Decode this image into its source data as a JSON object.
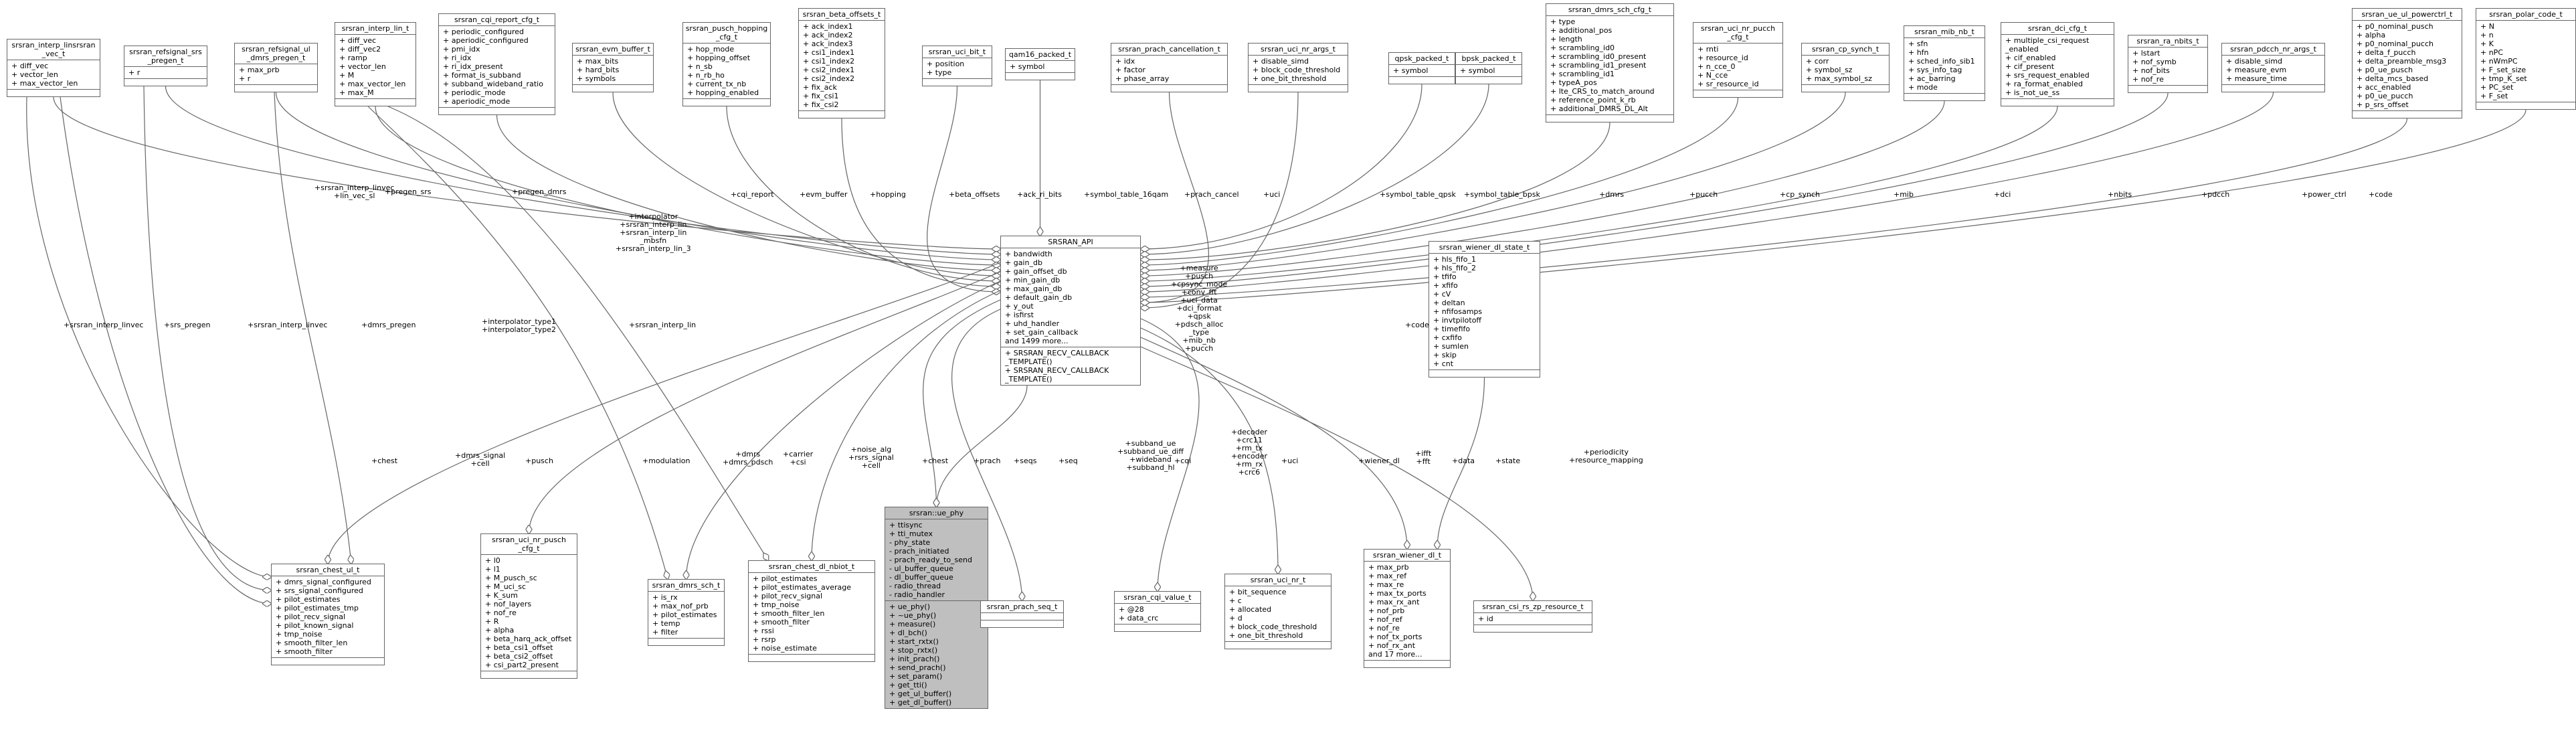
{
  "diagram": {
    "nodes": [
      {
        "id": "srsran_interp_linsrsran_vec_t",
        "title": "srsran_interp_linsrsran\n_vec_t",
        "attrs": [
          "+ diff_vec",
          "+ vector_len",
          "+ max_vector_len"
        ],
        "methods": []
      },
      {
        "id": "srsran_refsignal_srs_pregen_t",
        "title": "srsran_refsignal_srs\n_pregen_t",
        "attrs": [
          "+ r"
        ],
        "methods": []
      },
      {
        "id": "srsran_refsignal_ul_dmrs_pregen_t",
        "title": "srsran_refsignal_ul\n_dmrs_pregen_t",
        "attrs": [
          "+ max_prb",
          "+ r"
        ],
        "methods": []
      },
      {
        "id": "srsran_interp_lin_t",
        "title": "srsran_interp_lin_t",
        "attrs": [
          "+ diff_vec",
          "+ diff_vec2",
          "+ ramp",
          "+ vector_len",
          "+ M",
          "+ max_vector_len",
          "+ max_M"
        ],
        "methods": []
      },
      {
        "id": "srsran_cqi_report_cfg_t",
        "title": "srsran_cqi_report_cfg_t",
        "attrs": [
          "+ periodic_configured",
          "+ aperiodic_configured",
          "+ pmi_idx",
          "+ ri_idx",
          "+ ri_idx_present",
          "+ format_is_subband",
          "+ subband_wideband_ratio",
          "+ periodic_mode",
          "+ aperiodic_mode"
        ],
        "methods": []
      },
      {
        "id": "srsran_evm_buffer_t",
        "title": "srsran_evm_buffer_t",
        "attrs": [
          "+ max_bits",
          "+ hard_bits",
          "+ symbols"
        ],
        "methods": []
      },
      {
        "id": "srsran_pusch_hopping_cfg_t",
        "title": "srsran_pusch_hopping\n_cfg_t",
        "attrs": [
          "+ hop_mode",
          "+ hopping_offset",
          "+ n_sb",
          "+ n_rb_ho",
          "+ current_tx_nb",
          "+ hopping_enabled"
        ],
        "methods": []
      },
      {
        "id": "srsran_beta_offsets_t",
        "title": "srsran_beta_offsets_t",
        "attrs": [
          "+ ack_index1",
          "+ ack_index2",
          "+ ack_index3",
          "+ csi1_index1",
          "+ csi1_index2",
          "+ csi2_index1",
          "+ csi2_index2",
          "+ fix_ack",
          "+ fix_csi1",
          "+ fix_csi2"
        ],
        "methods": []
      },
      {
        "id": "srsran_uci_bit_t",
        "title": "srsran_uci_bit_t",
        "attrs": [
          "+ position",
          "+ type"
        ],
        "methods": []
      },
      {
        "id": "qam16_packed_t",
        "title": "qam16_packed_t",
        "attrs": [
          "+ symbol"
        ],
        "methods": []
      },
      {
        "id": "srsran_prach_cancellation_t",
        "title": "srsran_prach_cancellation_t",
        "attrs": [
          "+ idx",
          "+ factor",
          "+ phase_array"
        ],
        "methods": []
      },
      {
        "id": "srsran_uci_nr_args_t",
        "title": "srsran_uci_nr_args_t",
        "attrs": [
          "+ disable_simd",
          "+ block_code_threshold",
          "+ one_bit_threshold"
        ],
        "methods": []
      },
      {
        "id": "qpsk_packed_t",
        "title": "qpsk_packed_t",
        "attrs": [
          "+ symbol"
        ],
        "methods": []
      },
      {
        "id": "bpsk_packed_t",
        "title": "bpsk_packed_t",
        "attrs": [
          "+ symbol"
        ],
        "methods": []
      },
      {
        "id": "srsran_dmrs_sch_cfg_t",
        "title": "srsran_dmrs_sch_cfg_t",
        "attrs": [
          "+ type",
          "+ additional_pos",
          "+ length",
          "+ scrambling_id0",
          "+ scrambling_id0_present",
          "+ scrambling_id1_present",
          "+ scrambling_id1",
          "+ typeA_pos",
          "+ lte_CRS_to_match_around",
          "+ reference_point_k_rb",
          "+ additional_DMRS_DL_Alt"
        ],
        "methods": []
      },
      {
        "id": "srsran_uci_nr_pucch_cfg_t",
        "title": "srsran_uci_nr_pucch\n_cfg_t",
        "attrs": [
          "+ rnti",
          "+ resource_id",
          "+ n_cce_0",
          "+ N_cce",
          "+ sr_resource_id"
        ],
        "methods": []
      },
      {
        "id": "srsran_cp_synch_t",
        "title": "srsran_cp_synch_t",
        "attrs": [
          "+ corr",
          "+ symbol_sz",
          "+ max_symbol_sz"
        ],
        "methods": []
      },
      {
        "id": "srsran_mib_nb_t",
        "title": "srsran_mib_nb_t",
        "attrs": [
          "+ sfn",
          "+ hfn",
          "+ sched_info_sib1",
          "+ sys_info_tag",
          "+ ac_barring",
          "+ mode"
        ],
        "methods": []
      },
      {
        "id": "srsran_dci_cfg_t",
        "title": "srsran_dci_cfg_t",
        "attrs": [
          "+ multiple_csi_request\n_enabled",
          "+ cif_enabled",
          "+ cif_present",
          "+ srs_request_enabled",
          "+ ra_format_enabled",
          "+ is_not_ue_ss"
        ],
        "methods": []
      },
      {
        "id": "srsran_ra_nbits_t",
        "title": "srsran_ra_nbits_t",
        "attrs": [
          "+ lstart",
          "+ nof_symb",
          "+ nof_bits",
          "+ nof_re"
        ],
        "methods": []
      },
      {
        "id": "srsran_pdcch_nr_args_t",
        "title": "srsran_pdcch_nr_args_t",
        "attrs": [
          "+ disable_simd",
          "+ measure_evm",
          "+ measure_time"
        ],
        "methods": []
      },
      {
        "id": "srsran_ue_ul_powerctrl_t",
        "title": "srsran_ue_ul_powerctrl_t",
        "attrs": [
          "+ p0_nominal_pusch",
          "+ alpha",
          "+ p0_nominal_pucch",
          "+ delta_f_pucch",
          "+ delta_preamble_msg3",
          "+ p0_ue_pusch",
          "+ delta_mcs_based",
          "+ acc_enabled",
          "+ p0_ue_pucch",
          "+ p_srs_offset"
        ],
        "methods": []
      },
      {
        "id": "srsran_polar_code_t",
        "title": "srsran_polar_code_t",
        "attrs": [
          "+ N",
          "+ n",
          "+ K",
          "+ nPC",
          "+ nWmPC",
          "+ F_set_size",
          "+ tmp_K_set",
          "+ PC_set",
          "+ F_set"
        ],
        "methods": []
      },
      {
        "id": "SRSRAN_API",
        "title": "SRSRAN_API",
        "attrs": [
          "+ bandwidth",
          "+ gain_db",
          "+ gain_offset_db",
          "+ min_gain_db",
          "+ max_gain_db",
          "+ default_gain_db",
          "+ y_out",
          "+ isfirst",
          "+ uhd_handler",
          "+ set_gain_callback",
          "and 1499 more..."
        ],
        "methods": [
          "+ SRSRAN_RECV_CALLBACK\n_TEMPLATE()",
          "+ SRSRAN_RECV_CALLBACK\n_TEMPLATE()"
        ]
      },
      {
        "id": "srsran_wiener_dl_state_t",
        "title": "srsran_wiener_dl_state_t",
        "attrs": [
          "+ hls_fifo_1",
          "+ hls_fifo_2",
          "+ tfifo",
          "+ xfifo",
          "+ cV",
          "+ deltan",
          "+ nfifosamps",
          "+ invtpilotoff",
          "+ timefifo",
          "+ cxfifo",
          "+ sumlen",
          "+ skip",
          "+ cnt"
        ],
        "methods": []
      },
      {
        "id": "srsran_chest_ul_t",
        "title": "srsran_chest_ul_t",
        "attrs": [
          "+ dmrs_signal_configured",
          "+ srs_signal_configured",
          "+ pilot_estimates",
          "+ pilot_estimates_tmp",
          "+ pilot_recv_signal",
          "+ pilot_known_signal",
          "+ tmp_noise",
          "+ smooth_filter_len",
          "+ smooth_filter"
        ],
        "methods": []
      },
      {
        "id": "srsran_uci_nr_pusch_cfg_t",
        "title": "srsran_uci_nr_pusch\n_cfg_t",
        "attrs": [
          "+ l0",
          "+ l1",
          "+ M_pusch_sc",
          "+ M_uci_sc",
          "+ K_sum",
          "+ nof_layers",
          "+ nof_re",
          "+ R",
          "+ alpha",
          "+ beta_harq_ack_offset",
          "+ beta_csi1_offset",
          "+ beta_csi2_offset",
          "+ csi_part2_present"
        ],
        "methods": []
      },
      {
        "id": "srsran_dmrs_sch_t",
        "title": "srsran_dmrs_sch_t",
        "attrs": [
          "+ is_rx",
          "+ max_nof_prb",
          "+ pilot_estimates",
          "+ temp",
          "+ filter"
        ],
        "methods": []
      },
      {
        "id": "srsran_chest_dl_nbiot_t",
        "title": "srsran_chest_dl_nbiot_t",
        "attrs": [
          "+ pilot_estimates",
          "+ pilot_estimates_average",
          "+ pilot_recv_signal",
          "+ tmp_noise",
          "+ smooth_filter_len",
          "+ smooth_filter",
          "+ rssi",
          "+ rsrp",
          "+ noise_estimate"
        ],
        "methods": []
      },
      {
        "id": "srsran_ue_phy",
        "title": "srsran::ue_phy",
        "attrs": [
          "+ ttisync",
          "+ tti_mutex",
          "- phy_state",
          "- prach_initiated",
          "- prach_ready_to_send",
          "- ul_buffer_queue",
          "- dl_buffer_queue",
          "- radio_thread",
          "- radio_handler"
        ],
        "methods": [
          "+ ue_phy()",
          "+ ~ue_phy()",
          "+ measure()",
          "+ dl_bch()",
          "+ start_rxtx()",
          "+ stop_rxtx()",
          "+ init_prach()",
          "+ send_prach()",
          "+ set_param()",
          "+ get_tti()",
          "+ get_ul_buffer()",
          "+ get_dl_buffer()"
        ]
      },
      {
        "id": "srsran_prach_seq_t",
        "title": "srsran_prach_seq_t",
        "attrs": [],
        "methods": []
      },
      {
        "id": "srsran_cqi_value_t",
        "title": "srsran_cqi_value_t",
        "attrs": [
          "+ @28",
          "+ data_crc"
        ],
        "methods": []
      },
      {
        "id": "srsran_uci_nr_t",
        "title": "srsran_uci_nr_t",
        "attrs": [
          "+ bit_sequence",
          "+ c",
          "+ allocated",
          "+ d",
          "+ block_code_threshold",
          "+ one_bit_threshold"
        ],
        "methods": []
      },
      {
        "id": "srsran_wiener_dl_t",
        "title": "srsran_wiener_dl_t",
        "attrs": [
          "+ max_prb",
          "+ max_ref",
          "+ max_re",
          "+ max_tx_ports",
          "+ max_rx_ant",
          "+ nof_prb",
          "+ nof_ref",
          "+ nof_re",
          "+ nof_tx_ports",
          "+ nof_rx_ant",
          "and 17 more..."
        ],
        "methods": []
      },
      {
        "id": "srsran_csi_rs_zp_resource_t",
        "title": "srsran_csi_rs_zp_resource_t",
        "attrs": [
          "+ id"
        ],
        "methods": []
      }
    ],
    "edge_labels": [
      "+srsran_interp_linvec\n+lin_vec_sl",
      "+pregen_srs",
      "+pregen_dmrs",
      "+interpolator\n+srsran_interp_lin\n+srsran_interp_lin\n_mbsfn\n+srsran_interp_lin_3",
      "+cqi_report",
      "+evm_buffer",
      "+hopping",
      "+beta_offsets",
      "+ack_ri_bits",
      "+symbol_table_16qam",
      "+prach_cancel",
      "+uci",
      "+symbol_table_qpsk",
      "+symbol_table_bpsk",
      "+dmrs",
      "+pucch",
      "+cp_synch",
      "+mib",
      "+dci",
      "+nbits",
      "+pdcch",
      "+power_ctrl",
      "+code",
      "+measure\n+pusch\n+cpsync_mode\n+conv_fft\n+uci_data\n+dci_format\n+qpsk\n+pdsch_alloc\n_type\n+mib_nb\n+pucch",
      "+srsran_interp_linvec",
      "+srs_pregen",
      "+srsran_interp_linvec",
      "+dmrs_pregen",
      "+interpolator_type1\n+interpolator_type2",
      "+srsran_interp_lin",
      "+code",
      "+chest",
      "+dmrs_signal\n+cell",
      "+pusch",
      "+modulation",
      "+dmrs\n+dmrs_pdsch",
      "+carrier\n+csi",
      "+noise_alg\n+rsrs_signal\n+cell",
      "+chest",
      "+prach",
      "+seqs",
      "+seq",
      "+subband_ue\n+subband_ue_diff\n+wideband\n+subband_hl",
      "+cqi",
      "+decoder\n+crc11\n+rm_tx\n+encoder\n+rm_rx\n+crc6",
      "+uci",
      "+wiener_dl",
      "+ifft\n+fft",
      "+data",
      "+state",
      "+periodicity\n+resource_mapping"
    ]
  }
}
